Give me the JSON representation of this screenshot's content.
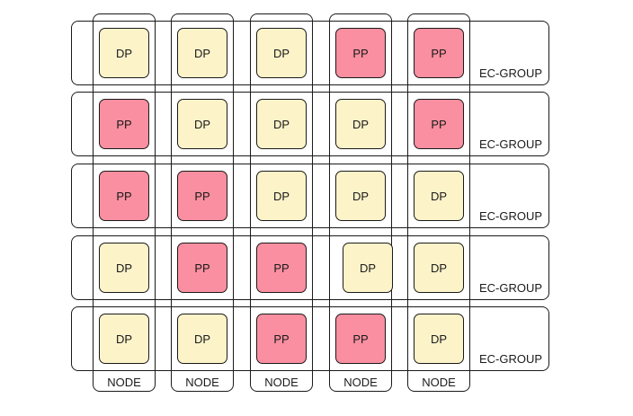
{
  "colors": {
    "DP": "#fdf3c9",
    "PP": "#f98fa0",
    "stroke": "#1a1a1a"
  },
  "ec_groups": [
    {
      "label": "EC-GROUP",
      "cells": [
        "DP",
        "DP",
        "DP",
        "PP",
        "PP"
      ]
    },
    {
      "label": "EC-GROUP",
      "cells": [
        "PP",
        "DP",
        "DP",
        "DP",
        "PP"
      ]
    },
    {
      "label": "EC-GROUP",
      "cells": [
        "PP",
        "PP",
        "DP",
        "DP",
        "DP"
      ]
    },
    {
      "label": "EC-GROUP",
      "cells": [
        "DP",
        "PP",
        "PP",
        "DP",
        "DP"
      ]
    },
    {
      "label": "EC-GROUP",
      "cells": [
        "DP",
        "DP",
        "PP",
        "PP",
        "DP"
      ]
    }
  ],
  "nodes": [
    {
      "label": "NODE"
    },
    {
      "label": "NODE"
    },
    {
      "label": "NODE"
    },
    {
      "label": "NODE"
    },
    {
      "label": "NODE"
    }
  ]
}
